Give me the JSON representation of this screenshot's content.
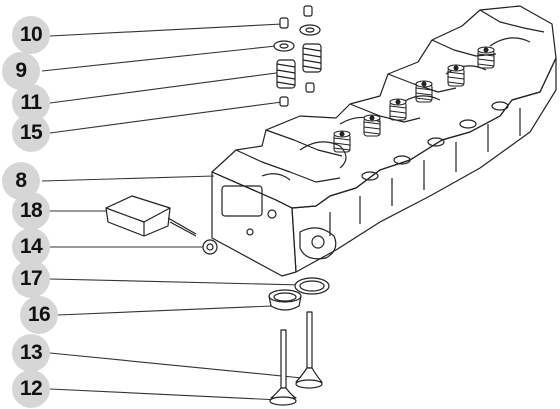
{
  "diagram": {
    "callouts": {
      "c10": "10",
      "c9": "9",
      "c11": "11",
      "c15": "15",
      "c8": "8",
      "c18": "18",
      "c14": "14",
      "c17": "17",
      "c16": "16",
      "c13": "13",
      "c12": "12"
    }
  }
}
